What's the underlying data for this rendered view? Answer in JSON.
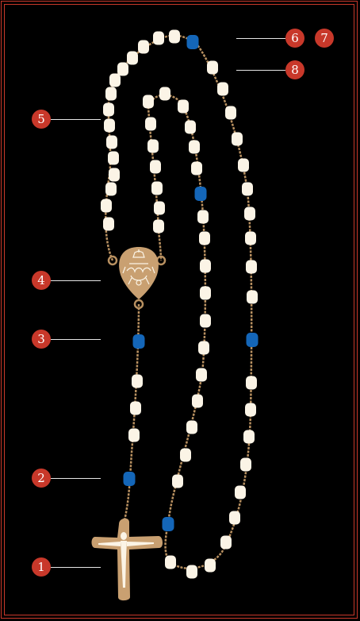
{
  "callouts": [
    {
      "number": "1"
    },
    {
      "number": "2"
    },
    {
      "number": "3"
    },
    {
      "number": "4"
    },
    {
      "number": "5"
    },
    {
      "number": "6"
    },
    {
      "number": "7"
    },
    {
      "number": "8"
    }
  ],
  "colors": {
    "background": "#000000",
    "frame": "#c8382a",
    "callout_fill": "#c8382a",
    "leader_line": "#e6e6e6",
    "pearl_bead": "#fbf4e6",
    "blue_bead": "#1466b8",
    "chain_gold": "#b89060",
    "medal_gold": "#c9a071"
  },
  "icons": {
    "crucifix": "crucifix-icon",
    "centerpiece": "papal-coat-of-arms-medal-icon"
  }
}
